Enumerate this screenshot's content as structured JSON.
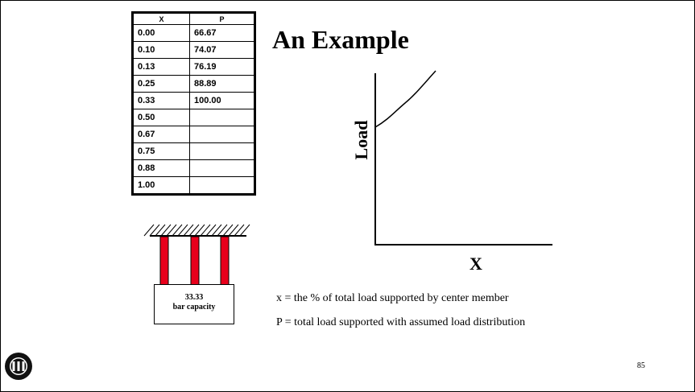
{
  "title": "An Example",
  "table": {
    "headers": [
      "X",
      "P"
    ],
    "rows": [
      [
        "0.00",
        "66.67"
      ],
      [
        "0.10",
        "74.07"
      ],
      [
        "0.13",
        "76.19"
      ],
      [
        "0.25",
        "88.89"
      ],
      [
        "0.33",
        "100.00"
      ],
      [
        "0.50",
        ""
      ],
      [
        "0.67",
        ""
      ],
      [
        "0.75",
        ""
      ],
      [
        "0.88",
        ""
      ],
      [
        "1.00",
        ""
      ]
    ]
  },
  "bar_capacity": {
    "value": "33.33",
    "label": "bar capacity"
  },
  "graph": {
    "ylabel": "Load",
    "xlabel": "X"
  },
  "captions": {
    "x_def": "x = the % of total load supported by center member",
    "p_def": "P = total load supported with assumed load distribution"
  },
  "page_number": "85",
  "colors": {
    "bar": "#e8001c",
    "line": "#000000"
  },
  "icons": [
    "aisc-logo-icon"
  ]
}
